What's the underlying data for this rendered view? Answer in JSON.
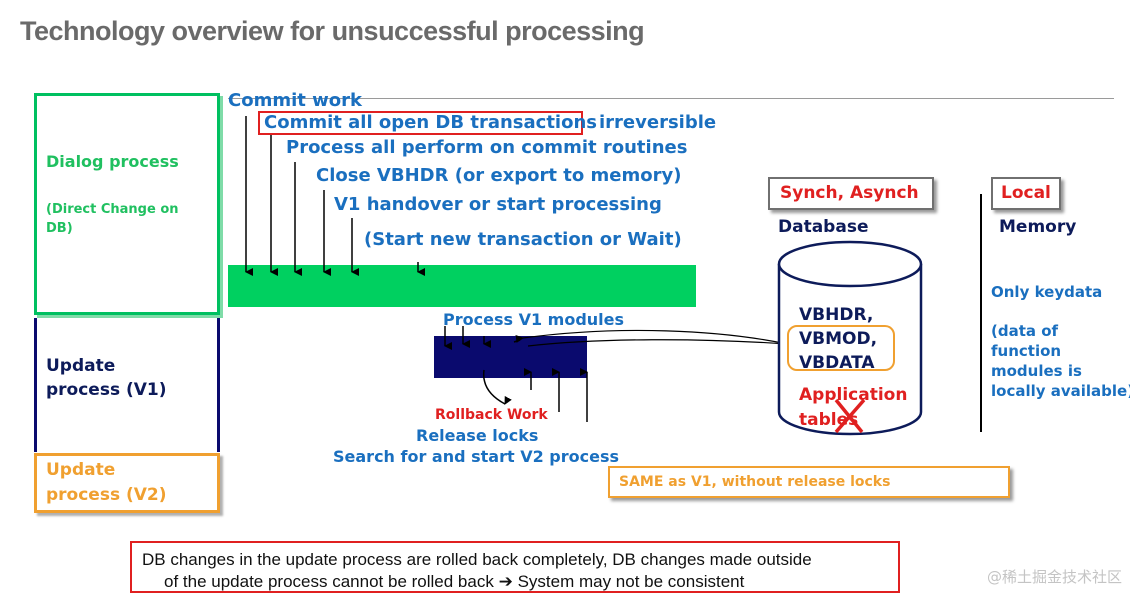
{
  "title": "Technology overview for unsuccessful processing",
  "lanes": {
    "dialog": {
      "label": "Dialog process",
      "sub": "(Direct Change on DB)"
    },
    "v1": {
      "label_line1": "Update",
      "label_line2": "process (V1)"
    },
    "v2": {
      "label_line1": "Update",
      "label_line2": "process (V2)"
    }
  },
  "steps": {
    "commit_work": "Commit work",
    "commit_all": "Commit all open DB transactions",
    "irreversible": "irreversible",
    "perform": "Process all perform on commit routines",
    "close": "Close VBHDR (or export to memory)",
    "handover": "V1 handover or start processing",
    "start_new": "(Start new transaction or Wait)"
  },
  "v1_steps": {
    "modules": "Process V1 modules",
    "rollback": "Rollback Work",
    "release": "Release locks",
    "search": "Search for and start V2 process"
  },
  "v2_note": "SAME as V1, without release locks",
  "database": {
    "tag": "Synch, Asynch",
    "label": "Database",
    "tables": [
      "VBHDR,",
      "VBMOD,",
      "VBDATA"
    ],
    "app_tables_line1": "Application",
    "app_tables_line2": "tables"
  },
  "memory": {
    "tag": "Local",
    "label": "Memory",
    "keydata": "Only keydata",
    "desc": [
      "(data of",
      "function",
      "modules is",
      "locally available)"
    ]
  },
  "footer": {
    "line1": "DB changes in the update process are rolled back completely, DB changes made outside",
    "line2": "of the update process cannot be rolled back",
    "arrow": "➔",
    "line2b": "System may not be consistent"
  },
  "watermark": "@稀土掘金技术社区",
  "colors": {
    "green": "#00d060",
    "navy": "#0a0a6e",
    "orange": "#f0a030",
    "red": "#e02020",
    "blue": "#1a6fbf"
  }
}
